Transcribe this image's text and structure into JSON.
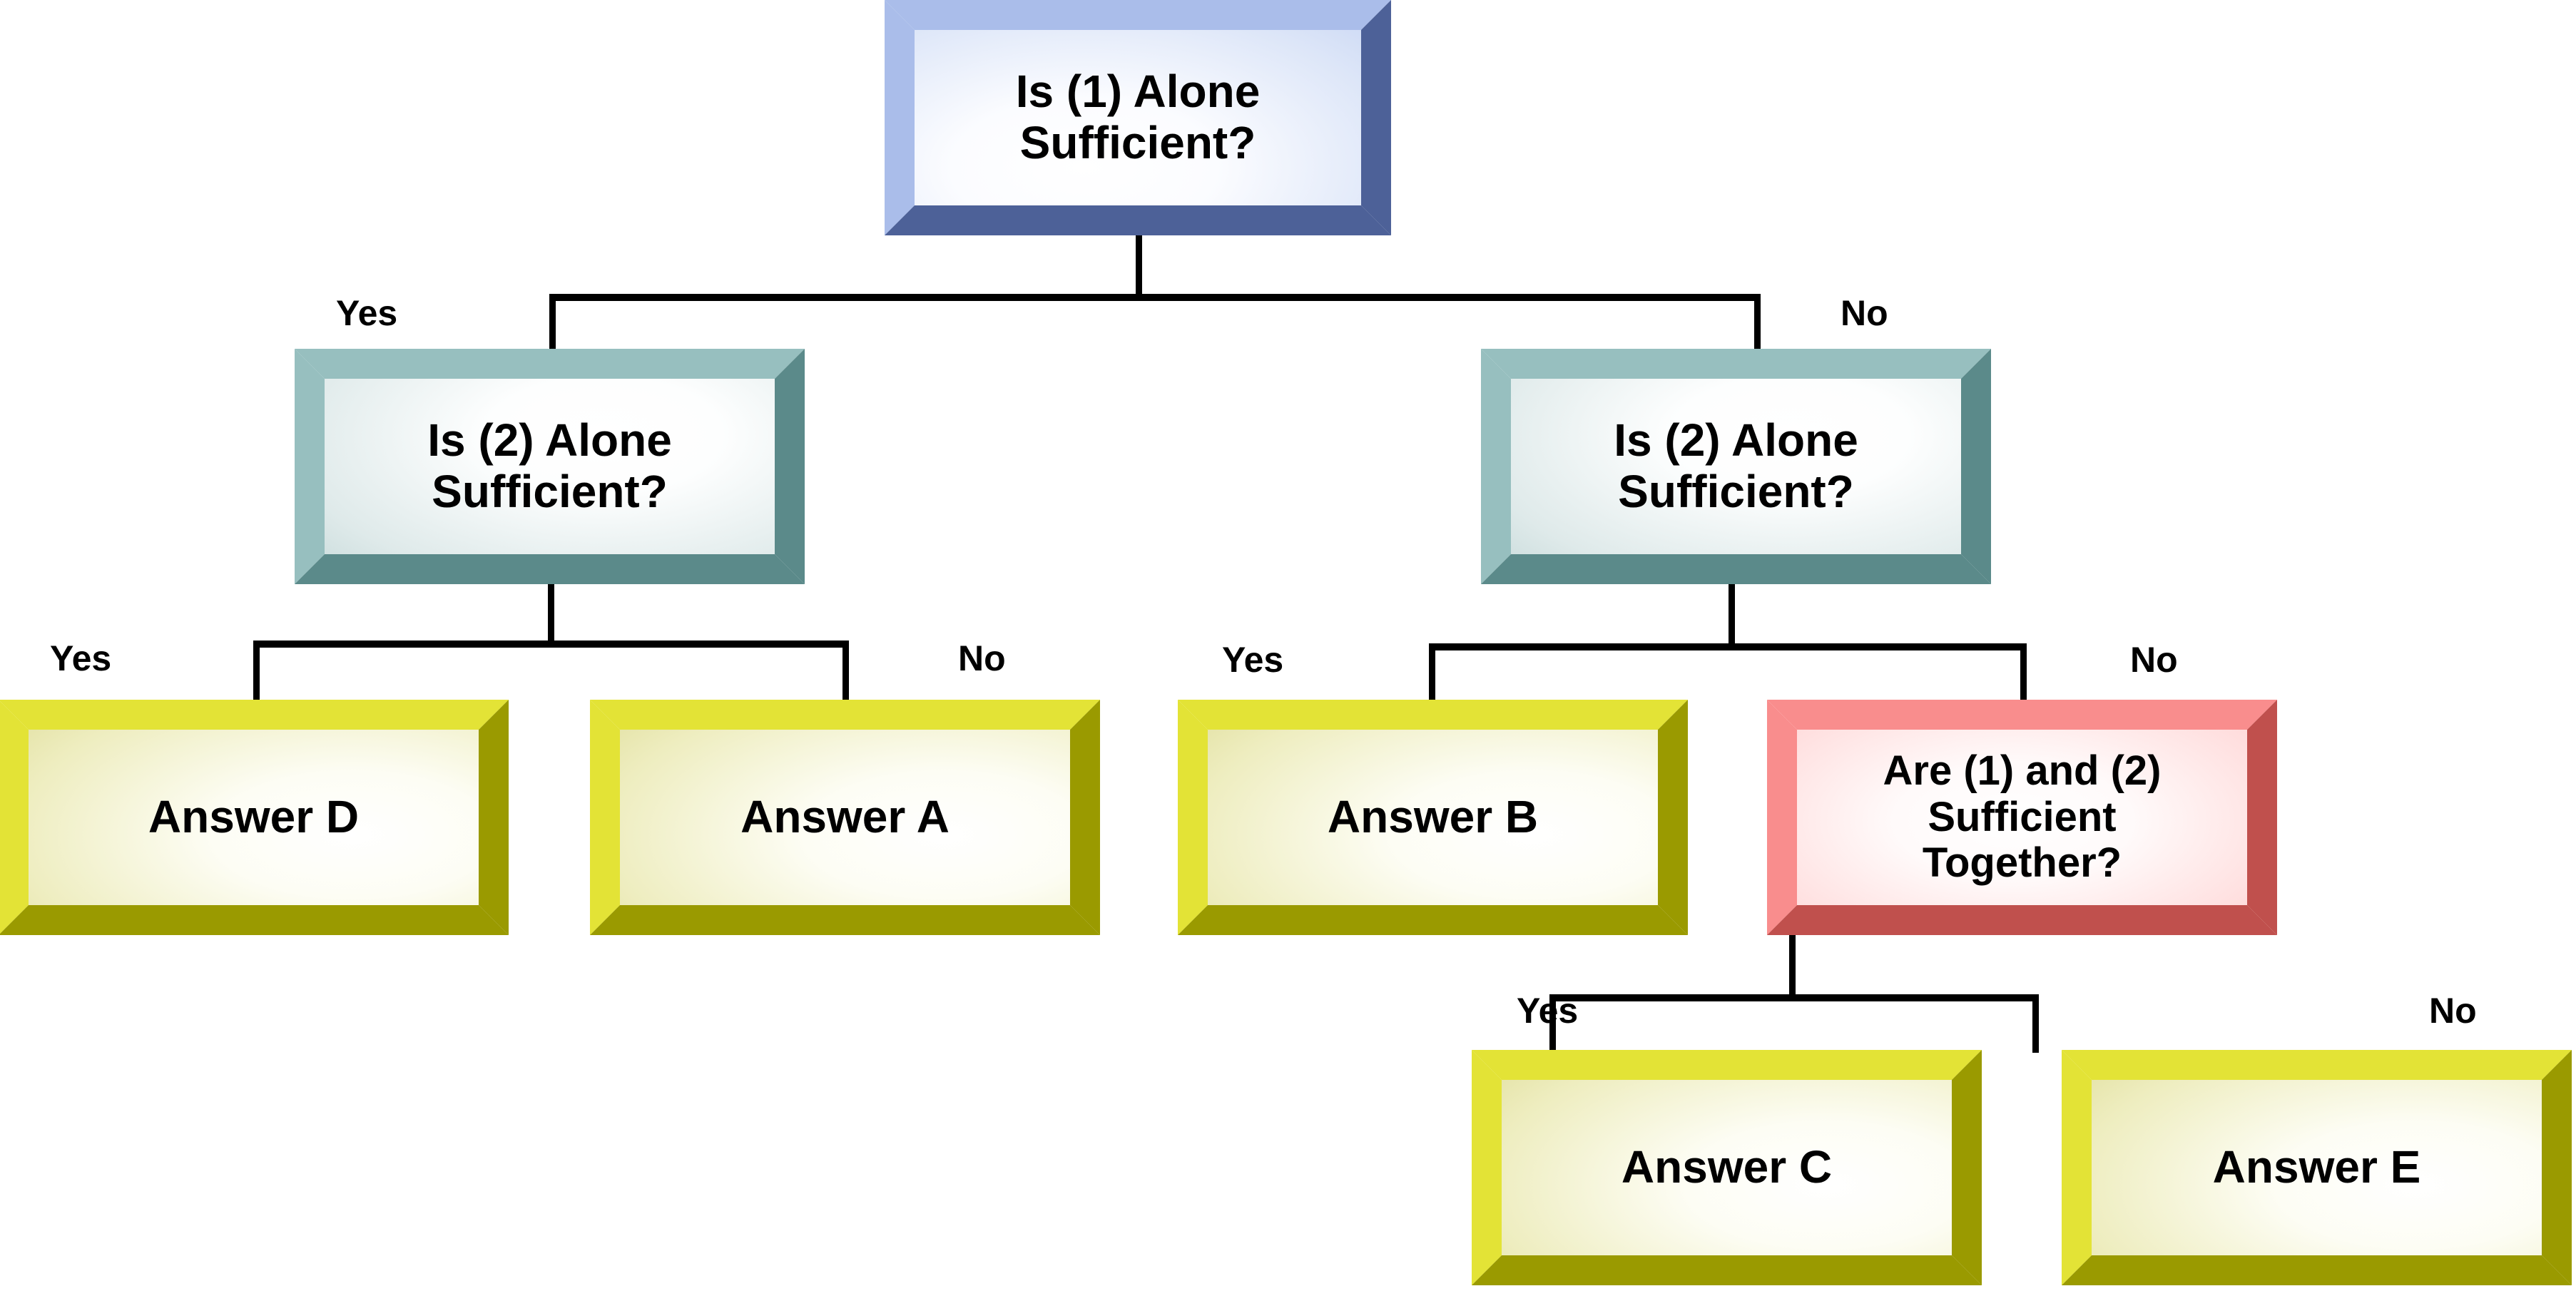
{
  "diagram": {
    "title": "GMAT Data Sufficiency Decision Tree",
    "colors": {
      "root_accent": "#aabdea",
      "root_shadow": "#4d6198",
      "decision_accent": "#97bfbf",
      "decision_shadow": "#5b8a8a",
      "answer_accent": "#e3e336",
      "answer_shadow": "#9a9a00",
      "combined_accent": "#f98d8d",
      "combined_shadow": "#c0504d",
      "connector": "#000000",
      "background": "#ffffff"
    },
    "nodes": [
      {
        "id": "root",
        "text": "Is (1) Alone\nSufficient?",
        "type": "decision"
      },
      {
        "id": "left2",
        "text": "Is (2) Alone\nSufficient?",
        "type": "decision"
      },
      {
        "id": "right2",
        "text": "Is (2) Alone\nSufficient?",
        "type": "decision"
      },
      {
        "id": "answer-d",
        "text": "Answer D",
        "type": "answer"
      },
      {
        "id": "answer-a",
        "text": "Answer A",
        "type": "answer"
      },
      {
        "id": "answer-b",
        "text": "Answer B",
        "type": "answer"
      },
      {
        "id": "combined",
        "text": "Are (1) and (2)\nSufficient\nTogether?",
        "type": "decision"
      },
      {
        "id": "answer-c",
        "text": "Answer C",
        "type": "answer"
      },
      {
        "id": "answer-e",
        "text": "Answer E",
        "type": "answer"
      }
    ],
    "edge_labels": {
      "root_yes": "Yes",
      "root_no": "No",
      "left2_yes": "Yes",
      "left2_no": "No",
      "right2_yes": "Yes",
      "right2_no": "No",
      "combined_yes": "Yes",
      "combined_no": "No"
    }
  }
}
